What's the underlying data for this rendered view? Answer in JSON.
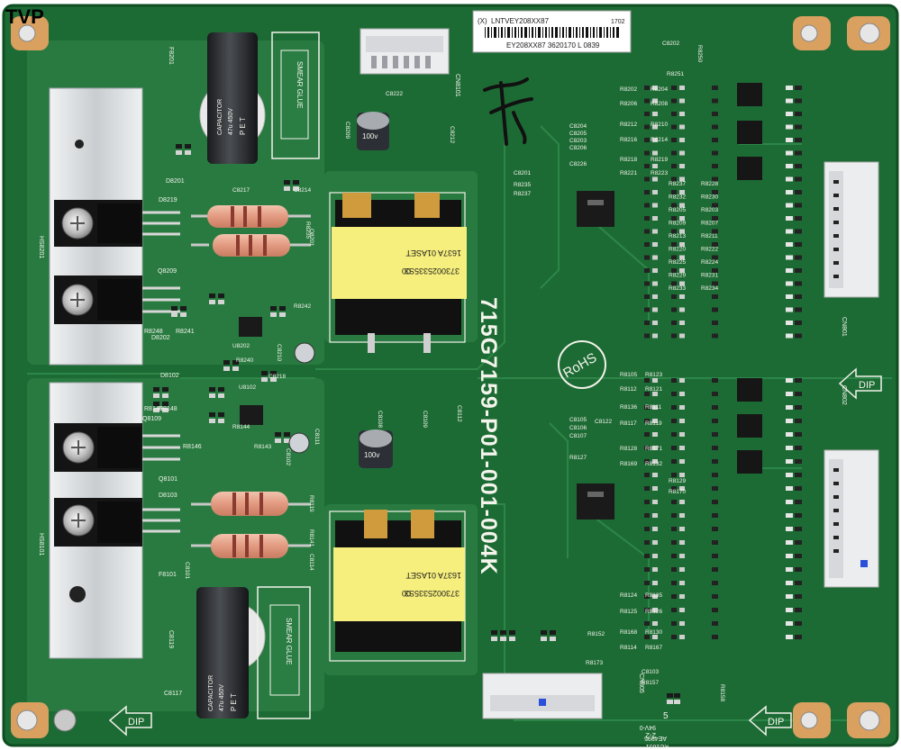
{
  "watermark": "TVP",
  "board": {
    "part_number": "715G7159-P01-001-004K",
    "rohs_mark": "RoHS",
    "handwritten_mark": "",
    "dip_arrows": [
      "DIP",
      "DIP",
      "DIP",
      "DIP"
    ],
    "sticker": {
      "line1_prefix": "(X)",
      "line1": "LNTVEY208XX87",
      "line1_suffix": "1702",
      "line2": "EY208XX87 3620170 L 0839"
    },
    "transformer_top": {
      "line1": "3730025335S3",
      "line2": "00",
      "line3": "ASET",
      "line4": "1637A 01"
    },
    "transformer_bottom": {
      "line1": "3730025335S3",
      "line2": "00",
      "line3": "ASET",
      "line4": "1637A 01"
    },
    "capacitor_left": [
      "CAPACITOR",
      "47u 450V",
      "P E T"
    ],
    "smear_glue": [
      "SMEAR GLUE",
      "SMEAR GLUE"
    ],
    "small_caps": [
      "100v",
      "100v"
    ],
    "connector_labels": [
      "CN801",
      "CN802",
      "CN8101",
      "CN805"
    ],
    "heatsink_labels": [
      "HS8201",
      "HS8101"
    ],
    "bottom_code": [
      "5",
      "2-2",
      "94V-0",
      "AE4995",
      "KC1651"
    ]
  },
  "component_labels": {
    "left_column": [
      "F8201",
      "D8201",
      "D8219",
      "Q8209",
      "R8248",
      "R8241",
      "D8202",
      "D8102",
      "R8145",
      "R8148",
      "Q8109",
      "Q8101",
      "D8103",
      "F8101",
      "C8119",
      "C8117",
      "R8146"
    ],
    "middle": [
      "C8217",
      "C8214",
      "C8222",
      "C8209",
      "C8212",
      "R8235",
      "Q8201",
      "R8242",
      "U8202",
      "R8240",
      "C8218",
      "C8210",
      "U8102",
      "R8144",
      "R8143",
      "C8111",
      "C8108",
      "C8109",
      "C8112",
      "R8119",
      "R8141",
      "C8114",
      "C8101",
      "C8102"
    ],
    "right_top": [
      "C8202",
      "R8250",
      "R8251",
      "R8202",
      "R8204",
      "R8206",
      "R8208",
      "R8212",
      "R8210",
      "R8216",
      "R8214",
      "R8218",
      "R8219",
      "R8221",
      "R8223",
      "R8237",
      "R8228",
      "R8232",
      "R8230",
      "R8205",
      "R8203",
      "R8209",
      "R8207",
      "R8213",
      "R8211",
      "R8220",
      "R8222",
      "R8225",
      "R8224",
      "R8229",
      "R8231",
      "R8233",
      "R8234"
    ],
    "right_bottom": [
      "R8105",
      "R8123",
      "R8112",
      "R8121",
      "R8136",
      "R8111",
      "R8117",
      "R8119",
      "R8128",
      "R8171",
      "R8169",
      "R8132",
      "R8129",
      "R8170",
      "R8124",
      "R8135",
      "R8125",
      "R8126",
      "R8168",
      "R8130",
      "R8114",
      "R8167",
      "C8103",
      "R8157",
      "R8152",
      "R8173",
      "R8158",
      "C8204",
      "C8205",
      "C8203",
      "C8206",
      "C8226",
      "C8201",
      "R8235",
      "R8237",
      "C8105",
      "C8106",
      "C8107",
      "R8127",
      "C8122"
    ]
  },
  "colors": {
    "pcb": "#1d6b34",
    "trace": "#2c8446",
    "silkscreen": "#f2f2ea",
    "heatsink": "#d3d6d8",
    "resistor_body": "#e5a48a",
    "transformer_tape": "#f6ef7e",
    "connector": "#ecedef",
    "capacitor_sleeve": "#2a2c30"
  }
}
